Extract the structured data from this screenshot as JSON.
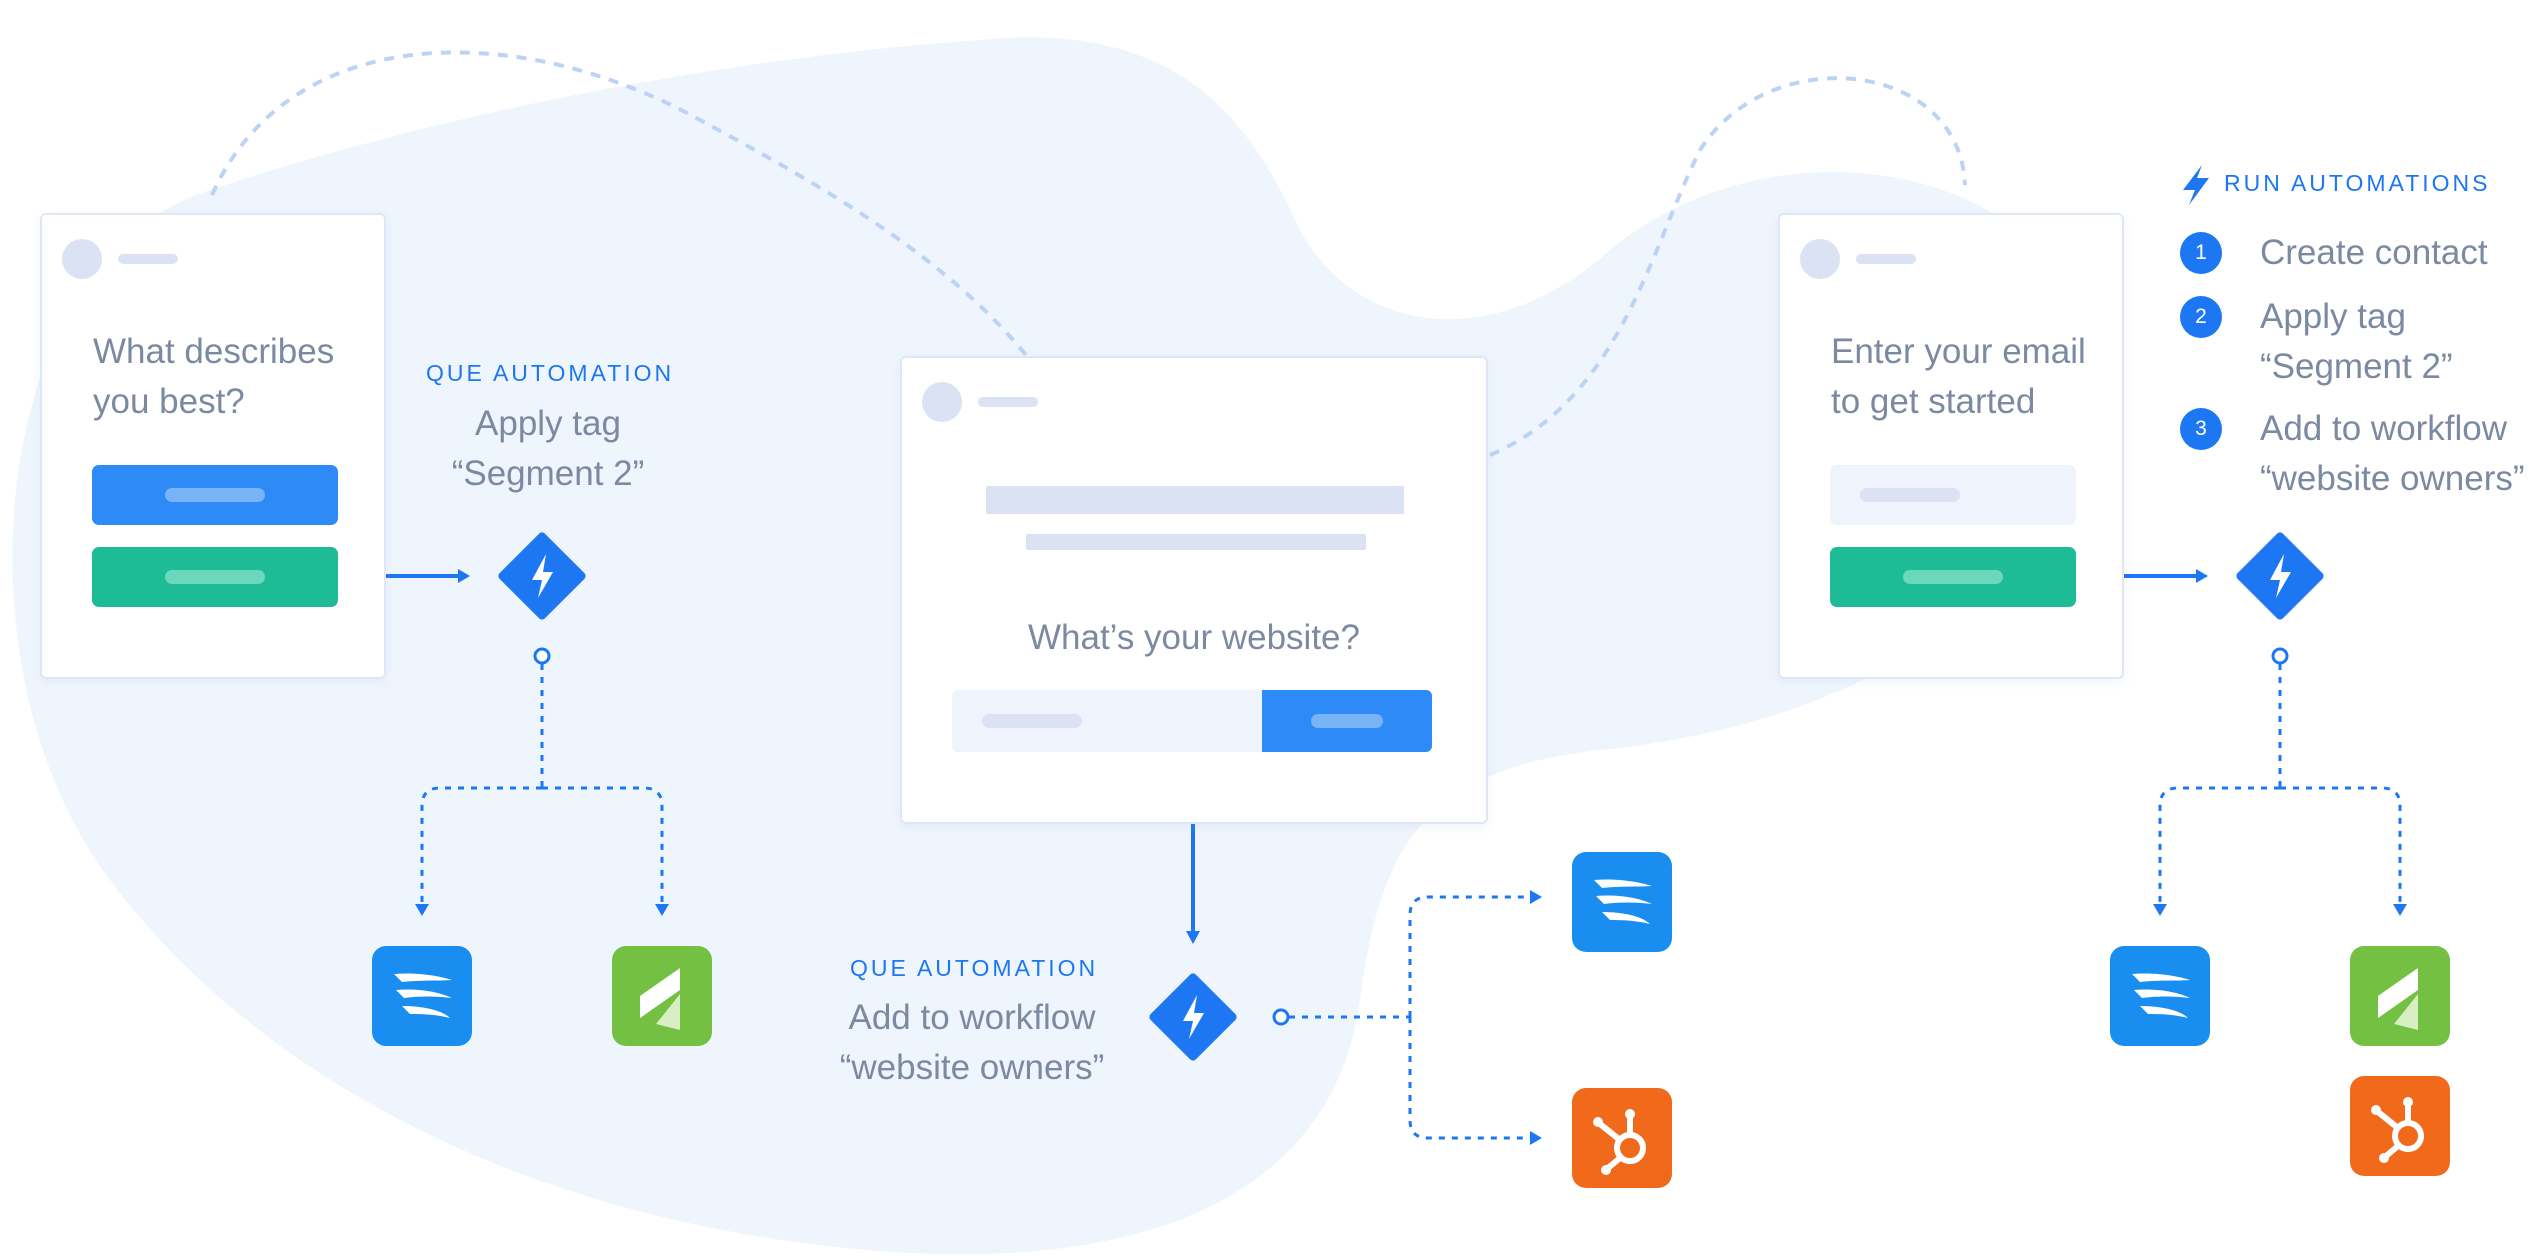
{
  "colors": {
    "accent_blue": "#1d77f2",
    "button_blue": "#2d8af6",
    "button_green": "#1dbb96",
    "blob": "#eff5fd",
    "placeholder": "#dae2f3",
    "text_grey": "#7b8aa1",
    "logo_blue": "#1a8ef0",
    "logo_green": "#74c043",
    "logo_orange": "#f16a1c"
  },
  "step1": {
    "question": "What describes you best?",
    "automation_caption": "QUE AUTOMATION",
    "automation_text": "Apply tag “Segment 2”"
  },
  "step2": {
    "question": "What’s your website?",
    "automation_caption": "QUE AUTOMATION",
    "automation_text": "Add to workflow “website owners”"
  },
  "step3": {
    "question": "Enter your email to get started",
    "run_caption": "RUN AUTOMATIONS",
    "run_steps": [
      {
        "num": "1",
        "text": "Create contact"
      },
      {
        "num": "2",
        "text": "Apply tag “Segment 2”"
      },
      {
        "num": "3",
        "text": "Add to workflow “website owners”"
      }
    ]
  },
  "logos": [
    "mailchimp-like-wing-logo",
    "infusionsoft-like-leaf-logo",
    "hubspot-sprocket-logo"
  ],
  "icons": [
    "lightning-bolt-icon"
  ]
}
